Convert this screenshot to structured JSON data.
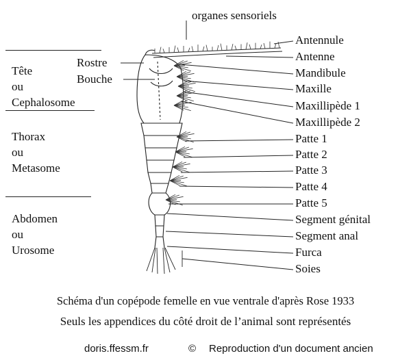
{
  "header_label": "organes sensoriels",
  "left_labels": {
    "rostre": "Rostre",
    "bouche": "Bouche"
  },
  "regions": [
    {
      "line1": "Tête",
      "line2": "ou",
      "line3": "Cephalosome"
    },
    {
      "line1": "Thorax",
      "line2": "ou",
      "line3": "Metasome"
    },
    {
      "line1": "Abdomen",
      "line2": "ou",
      "line3": "Urosome"
    }
  ],
  "right_labels": [
    "Antennule",
    "Antenne",
    "Mandibule",
    "Maxille",
    "Maxillipède 1",
    "Maxillipède 2",
    "Patte 1",
    "Patte 2",
    "Patte 3",
    "Patte 4",
    "Patte 5",
    "Segment génital",
    "Segment anal",
    "Furca",
    "Soies"
  ],
  "caption": {
    "line1": "Schéma d'un copépode femelle en vue ventrale d'après Rose 1933",
    "line2": "Seuls les appendices du côté droit de l’animal sont représentés"
  },
  "credit": {
    "site": "doris.ffessm.fr",
    "copyright_symbol": "©",
    "note": "Reproduction d'un document ancien"
  }
}
